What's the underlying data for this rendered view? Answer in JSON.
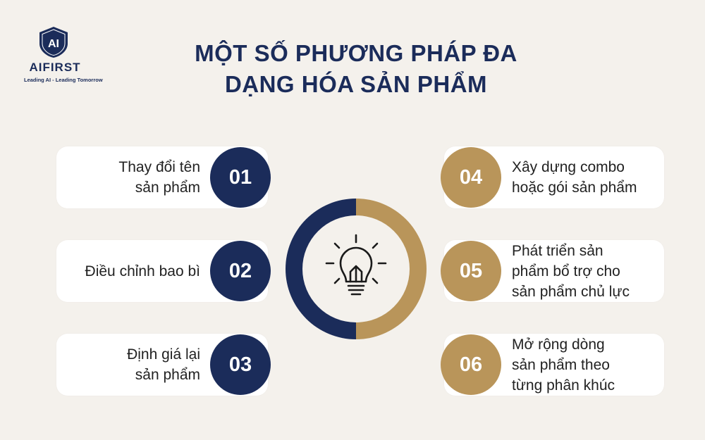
{
  "brand": {
    "name": "AIFIRST",
    "tagline": "Leading AI - Leading Tomorrow",
    "mark_text": "AI"
  },
  "title_lines": [
    "MỘT SỐ PHƯƠNG PHÁP ĐA",
    "DẠNG HÓA SẢN PHẨM"
  ],
  "colors": {
    "navy": "#1b2c5a",
    "gold": "#b9955a",
    "background": "#f4f1ec",
    "card": "#ffffff"
  },
  "center_icon": "lightbulb-icon",
  "methods": [
    {
      "number": "01",
      "lines": [
        "Thay đổi tên",
        "sản phẩm"
      ]
    },
    {
      "number": "02",
      "lines": [
        "Điều chỉnh bao bì"
      ]
    },
    {
      "number": "03",
      "lines": [
        "Định giá lại",
        "sản phẩm"
      ]
    },
    {
      "number": "04",
      "lines": [
        "Xây dựng combo",
        "hoặc gói sản phẩm"
      ]
    },
    {
      "number": "05",
      "lines": [
        "Phát triển sản",
        "phẩm bổ trợ cho",
        "sản phẩm chủ lực"
      ]
    },
    {
      "number": "06",
      "lines": [
        "Mở rộng dòng",
        "sản phẩm theo",
        "từng phân khúc"
      ]
    }
  ]
}
